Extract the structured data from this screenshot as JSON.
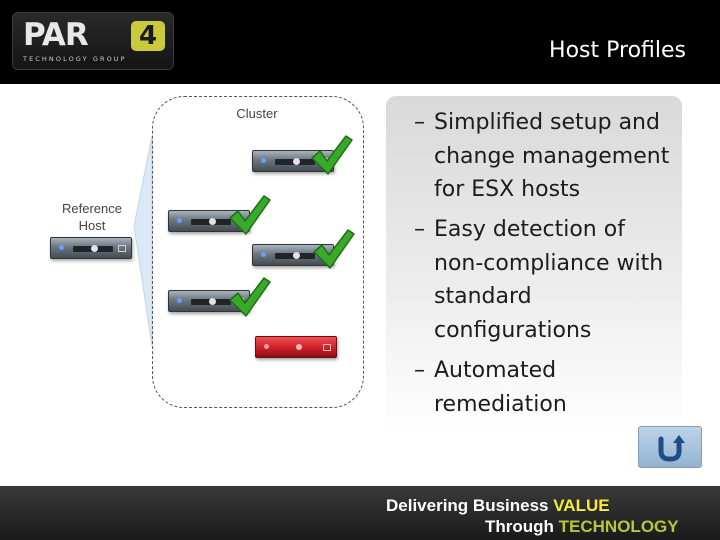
{
  "header": {
    "logo_word": "PAR",
    "logo_number": "4",
    "logo_subtitle": "TECHNOLOGY GROUP",
    "title": "Host Profiles"
  },
  "diagram": {
    "cluster_label": "Cluster",
    "reference_label_line1": "Reference",
    "reference_label_line2": "Host"
  },
  "bullets": [
    {
      "dash": "–",
      "text": "Simplified setup and change management for ESX hosts"
    },
    {
      "dash": "–",
      "text": "Easy detection of non-compliance with standard configurations"
    },
    {
      "dash": "–",
      "text": "Automated remediation"
    }
  ],
  "back_button": {
    "icon": "return-arrow-icon"
  },
  "footer": {
    "tagline_line1_prefix": "Delivering Business ",
    "tagline_line1_highlight": "VALUE",
    "tagline_line2_prefix": "Through ",
    "tagline_line2_highlight": "TECHNOLOGY"
  },
  "colors": {
    "header_bg": "#000000",
    "check_green": "#2f9a1e",
    "noncompliant_red": "#c81d25",
    "tagline_yellow": "#f5ec3a",
    "tagline_green": "#b8c43a"
  }
}
